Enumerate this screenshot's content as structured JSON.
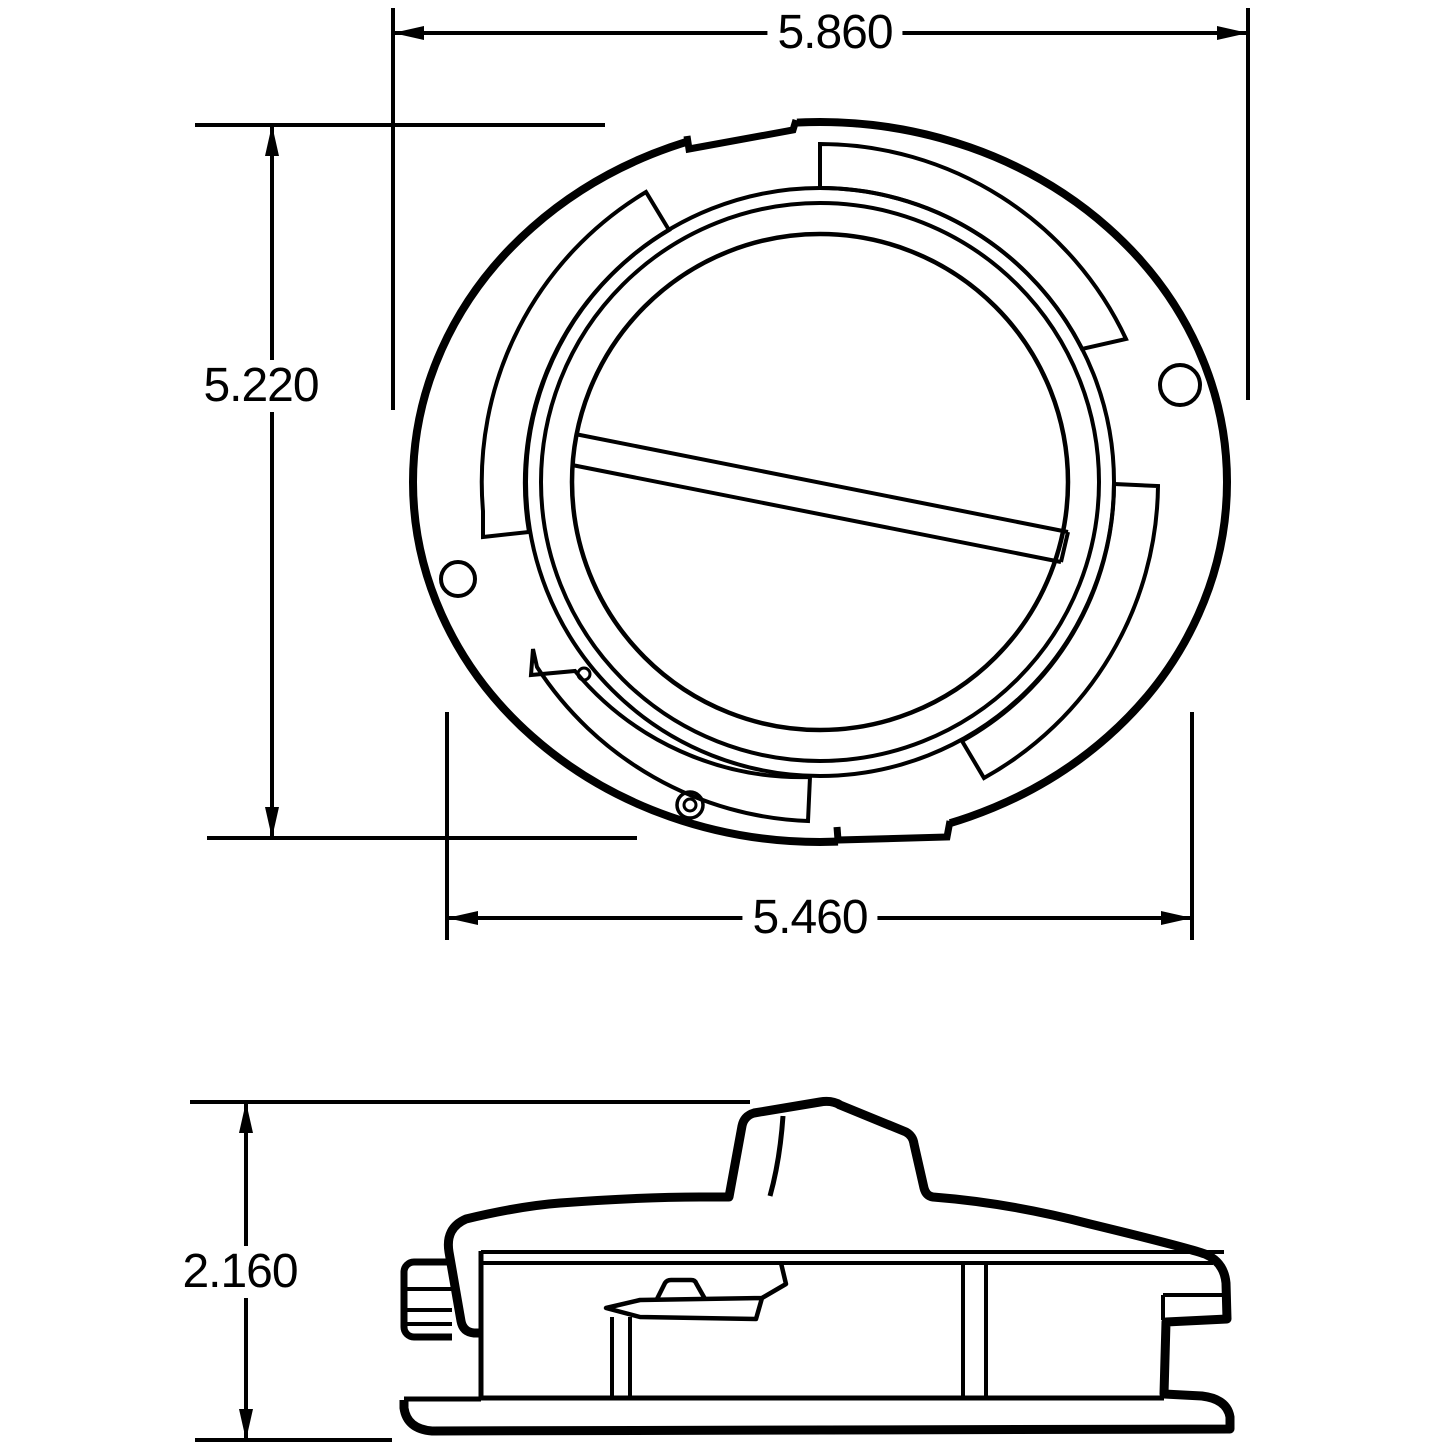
{
  "page": {
    "background": "#ffffff",
    "ink": "#000000"
  },
  "drawing": {
    "type": "dimensioned technical drawing, front view and side view of round lamp mounting flange",
    "dimensions": {
      "front_width": {
        "label": "5.860"
      },
      "front_height": {
        "label": "5.220"
      },
      "mount_width": {
        "label": "5.460"
      },
      "side_height": {
        "label": "2.160"
      }
    }
  }
}
